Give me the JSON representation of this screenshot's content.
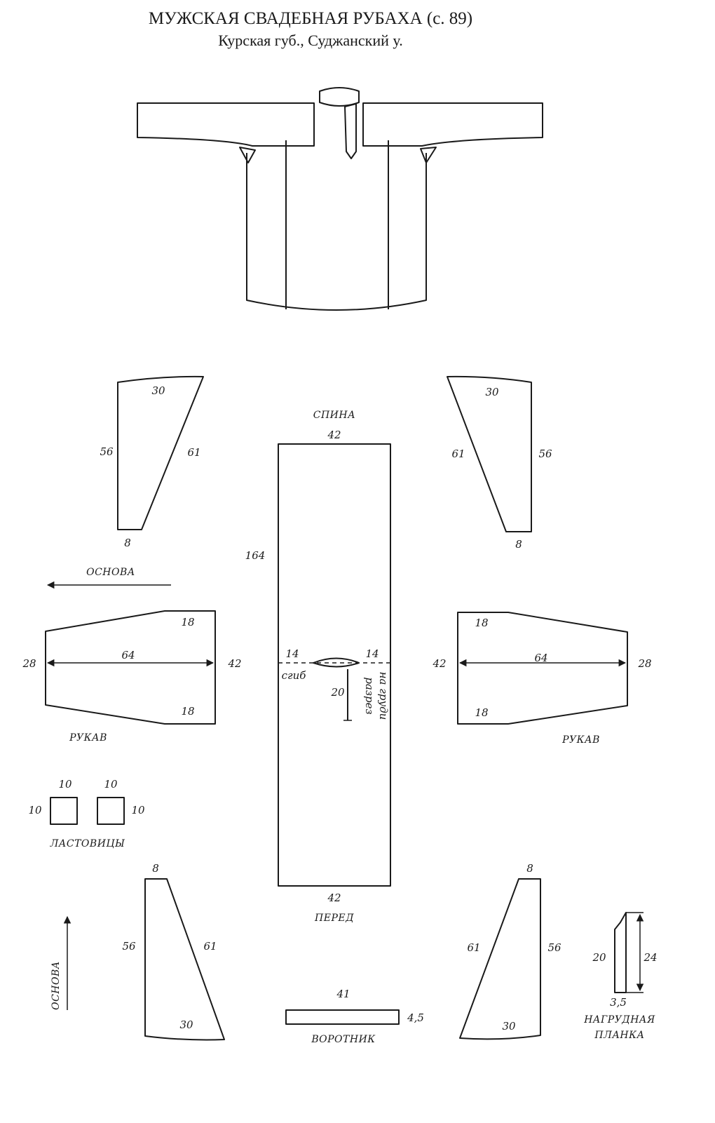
{
  "header": {
    "title": "МУЖСКАЯ СВАДЕБНАЯ РУБАХА (с. 89)",
    "subtitle": "Курская губ., Суджанский у."
  },
  "labels": {
    "back": "СПИНА",
    "front": "ПЕРЕД",
    "sleeve": "РУКАВ",
    "gussets": "ЛАСТОВИЦЫ",
    "collar": "ВОРОТНИК",
    "placket_line1": "НАГРУДНАЯ",
    "placket_line2": "ПЛАНКА",
    "warp": "ОСНОВА",
    "fold": "сгиб",
    "slit_line1": "разрез",
    "slit_line2": "на груди"
  },
  "dims": {
    "gore_top": "30",
    "gore_side": "56",
    "gore_slant": "61",
    "gore_bottom": "8",
    "body_width": "42",
    "body_length": "164",
    "neck_side": "14",
    "slit_length": "20",
    "sleeve_length": "64",
    "sleeve_wrist": "28",
    "sleeve_shoulder": "42",
    "sleeve_half": "18",
    "gusset_side": "10",
    "collar_length": "41",
    "collar_height": "4,5",
    "placket_length": "24",
    "placket_inner": "20",
    "placket_width": "3,5"
  }
}
